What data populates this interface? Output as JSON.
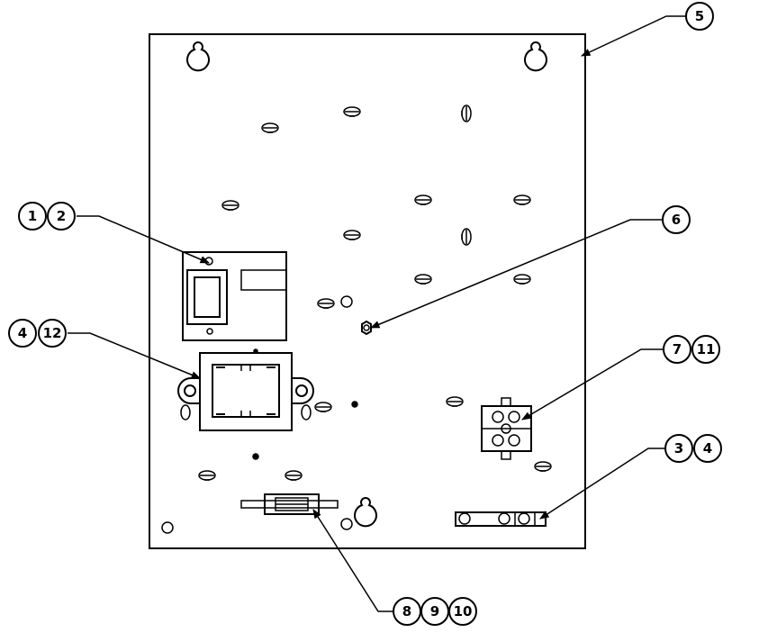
{
  "callouts": [
    {
      "id": "c5",
      "numbers": [
        "5"
      ]
    },
    {
      "id": "c1-2",
      "numbers": [
        "1",
        "2"
      ]
    },
    {
      "id": "c6",
      "numbers": [
        "6"
      ]
    },
    {
      "id": "c4-12",
      "numbers": [
        "4",
        "12"
      ]
    },
    {
      "id": "c7-11",
      "numbers": [
        "7",
        "11"
      ]
    },
    {
      "id": "c3-4",
      "numbers": [
        "3",
        "4"
      ]
    },
    {
      "id": "c8-10",
      "numbers": [
        "8",
        "9",
        "10"
      ]
    }
  ],
  "colors": {
    "line": "#000000",
    "background": "#ffffff"
  }
}
